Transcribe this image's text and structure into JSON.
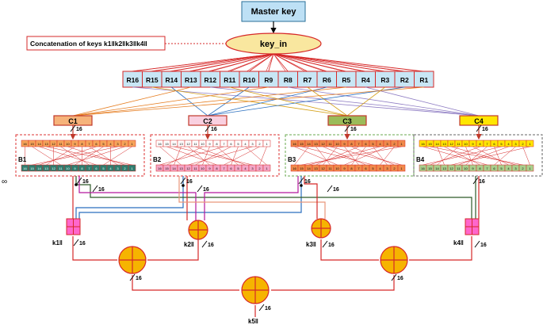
{
  "master_key": "Master key",
  "key_in": "key_in",
  "concat_label": "Concatenation of keys k1‖k2‖k3‖k4‖",
  "rounds": [
    "R16",
    "R15",
    "R14",
    "R13",
    "R12",
    "R11",
    "R10",
    "R9",
    "R8",
    "R7",
    "R6",
    "R5",
    "R4",
    "R3",
    "R2",
    "R1"
  ],
  "groups": [
    {
      "label": "C1",
      "fill": "#f6b37a",
      "stroke": "#c0392b",
      "block": "B1",
      "bits_label": "16"
    },
    {
      "label": "C2",
      "fill": "#f9d0e0",
      "stroke": "#c0392b",
      "block": "B2",
      "bits_label": "16"
    },
    {
      "label": "C3",
      "fill": "#9bbb59",
      "stroke": "#c0392b",
      "block": "B3",
      "bits_label": "16"
    },
    {
      "label": "C4",
      "fill": "#ffe600",
      "stroke": "#c0392b",
      "block": "B4",
      "bits_label": "16"
    }
  ],
  "cell_numbers": [
    "16",
    "15",
    "14",
    "13",
    "12",
    "11",
    "10",
    "9",
    "8",
    "7",
    "6",
    "5",
    "4",
    "3",
    "2",
    "1"
  ],
  "block_colors": [
    {
      "top": "#f6a45a",
      "bottom": "#2e7d6f",
      "frame": "#d33"
    },
    {
      "top": "#ffffff",
      "bottom": "#f4a6c6",
      "frame": "#d33"
    },
    {
      "top": "#f08a4b",
      "bottom": "#f08a4b",
      "frame": "#6aa84f"
    },
    {
      "top": "#ffe600",
      "bottom": "#a8d08d",
      "frame": "#666"
    }
  ],
  "bit_label": "16",
  "keys": {
    "k1": "k1‖",
    "k2": "k2‖",
    "k3": "k3‖",
    "k4": "k4‖",
    "k5": "k5‖"
  },
  "side_symbol": "∞",
  "colors": {
    "main": "#d62828",
    "round_fill": "#c8e6f5",
    "keyin_fill": "#f9e79f",
    "master_fill": "#bde0f5",
    "xor_fill": "#f6b400",
    "box_fill": "#ff66cc"
  }
}
